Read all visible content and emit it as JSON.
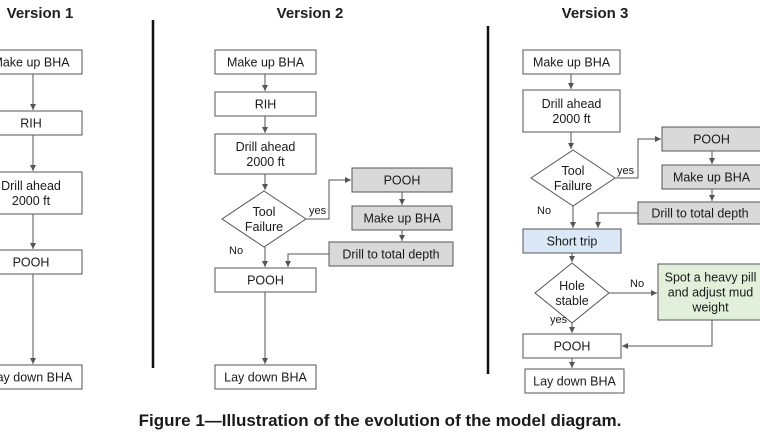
{
  "caption": "Figure 1—Illustration of the evolution of the model diagram.",
  "colors": {
    "white_box": "#ffffff",
    "gray_box": "#d9d9d9",
    "blue_box": "#dae7f6",
    "green_box": "#e2efda",
    "line": "#555555",
    "divider": "#111111"
  },
  "versions": {
    "v1": {
      "title": "Version 1",
      "steps": {
        "make_up_bha": "Make up BHA",
        "rih": "RIH",
        "drill_ahead": "Drill ahead\n2000 ft",
        "pooh": "POOH",
        "lay_down_bha": "Lay down BHA"
      }
    },
    "v2": {
      "title": "Version 2",
      "steps": {
        "make_up_bha": "Make up BHA",
        "rih": "RIH",
        "drill_ahead": "Drill ahead\n2000 ft",
        "tool_failure": "Tool\nFailure",
        "pooh_branch": "POOH",
        "make_up_bha_branch": "Make up BHA",
        "drill_total_depth": "Drill to total depth",
        "pooh": "POOH",
        "lay_down_bha": "Lay down BHA"
      },
      "labels": {
        "yes": "yes",
        "no": "No"
      }
    },
    "v3": {
      "title": "Version 3",
      "steps": {
        "make_up_bha": "Make up BHA",
        "drill_ahead": "Drill ahead\n2000 ft",
        "tool_failure": "Tool\nFailure",
        "pooh_branch": "POOH",
        "make_up_bha_branch": "Make up BHA",
        "drill_total_depth": "Drill to total depth",
        "short_trip": "Short trip",
        "hole_stable": "Hole\nstable",
        "spot_heavy_pill": "Spot a heavy pill\nand adjust mud\nweight",
        "pooh": "POOH",
        "lay_down_bha": "Lay down BHA"
      },
      "labels": {
        "yes_tool": "yes",
        "no_tool": "No",
        "no_hole": "No",
        "yes_hole": "yes"
      }
    }
  }
}
